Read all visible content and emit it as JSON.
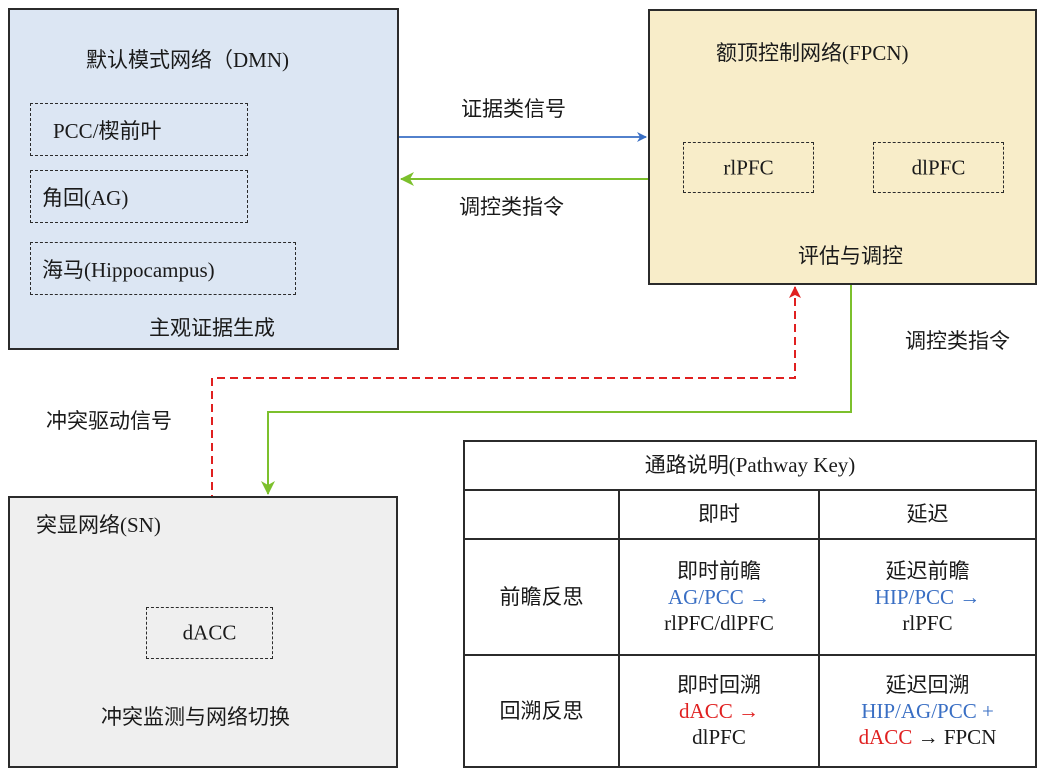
{
  "colors": {
    "dmn_fill": "#dce6f3",
    "fpcn_fill": "#f8edc9",
    "sn_fill": "#efefef",
    "evidence_arrow": "#3a6fc4",
    "control_arrow": "#7cc02c",
    "conflict_arrow": "#e02020"
  },
  "dmn": {
    "title": "默认模式网络（DMN)",
    "regions": [
      "PCC/楔前叶",
      "角回(AG)",
      "海马(Hippocampus)"
    ],
    "function": "主观证据生成"
  },
  "fpcn": {
    "title": "额顶控制网络(FPCN)",
    "regions": [
      "rlPFC",
      "dlPFC"
    ],
    "function": "评估与调控"
  },
  "sn": {
    "title": "突显网络(SN)",
    "regions": [
      "dACC"
    ],
    "function": "冲突监测与网络切换"
  },
  "arrows": {
    "dmn_to_fpcn": "证据类信号",
    "fpcn_to_dmn": "调控类指令",
    "fpcn_to_sn": "调控类指令",
    "sn_to_fpcn": "冲突驱动信号"
  },
  "pathway_key": {
    "title": "通路说明(Pathway Key)",
    "columns": [
      "",
      "即时",
      "延迟"
    ],
    "rows": [
      {
        "label": "前瞻反思",
        "immediate": {
          "name": "即时前瞻",
          "source": "AG/PCC →",
          "target": "rlPFC/dlPFC"
        },
        "delayed": {
          "name": "延迟前瞻",
          "source": "HIP/PCC →",
          "target": "rlPFC"
        }
      },
      {
        "label": "回溯反思",
        "immediate": {
          "name": "即时回溯",
          "source": "dACC →",
          "target": "dlPFC"
        },
        "delayed": {
          "name": "延迟回溯",
          "source_blue": "HIP/AG/PCC +",
          "source_red": "dACC",
          "target": "→ FPCN"
        }
      }
    ]
  }
}
